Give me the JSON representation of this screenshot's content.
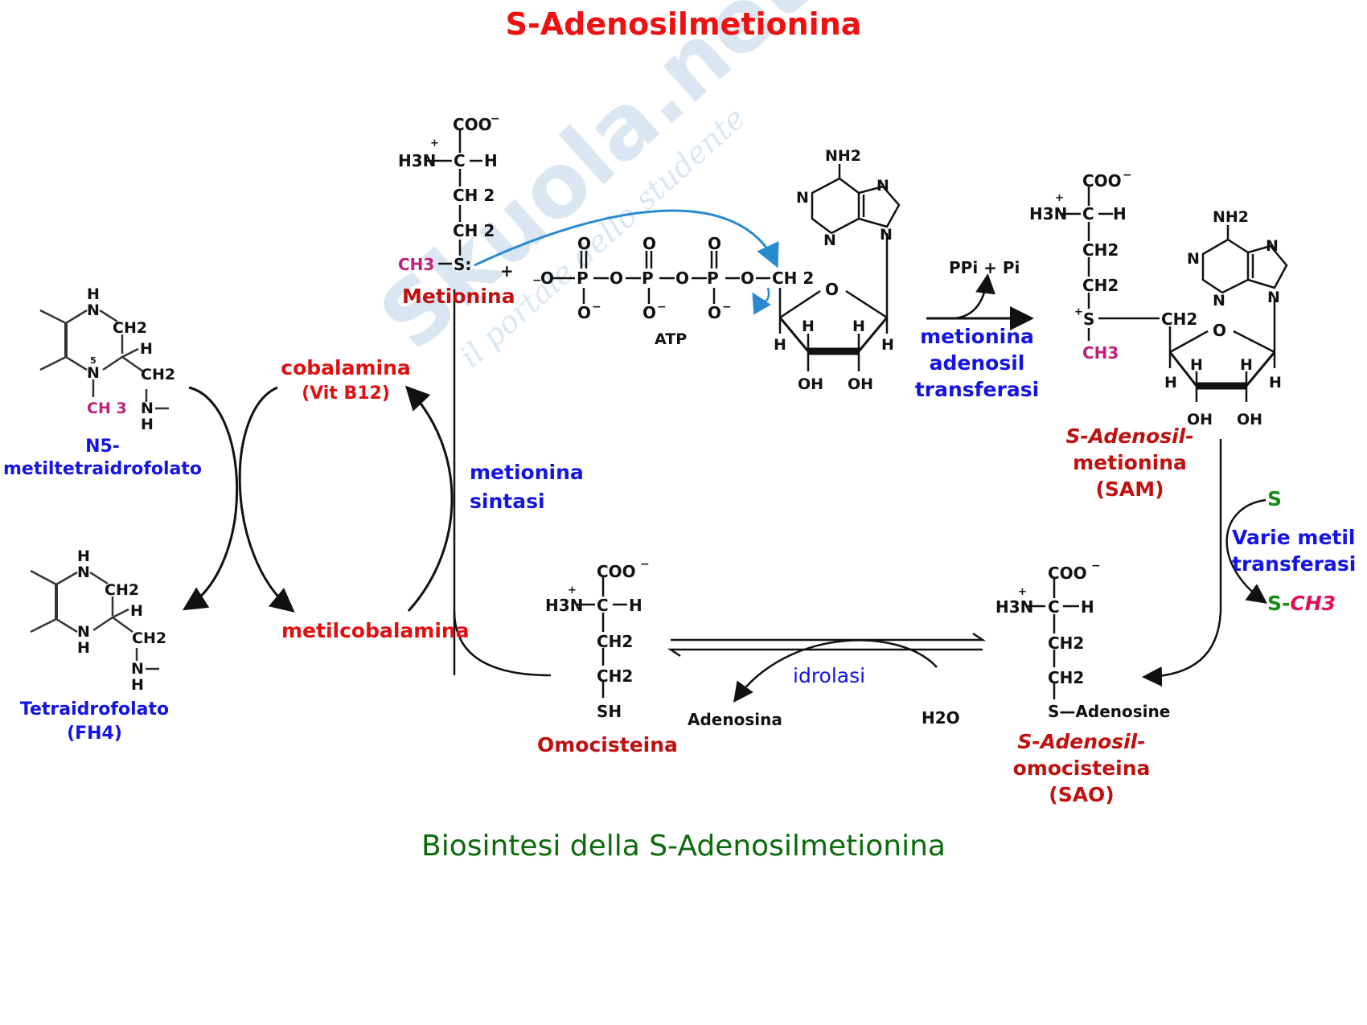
{
  "title": "S-Adenosilmetionina",
  "caption": "Biosintesi della S-Adenosilmetionina",
  "watermark": {
    "brand": "Skuola.net",
    "tagline": "il portale dello studente"
  },
  "colors": {
    "title": "#ee1111",
    "caption": "#0b6b0b",
    "compound_label": "#c01010",
    "enzyme_label": "#1414e6",
    "methyl_group": "#c0207a",
    "substrate_s": "#1a8a1a",
    "blue_arrow": "#2a8ad0"
  },
  "compounds": {
    "metionina": {
      "label": "Metionina",
      "atoms": {
        "carboxyl": "COO",
        "amino": "H3N",
        "alpha_c": "C",
        "h": "H",
        "ch2_a": "CH 2",
        "ch2_b": "CH 2",
        "methyl": "CH3",
        "sulfur": "S:"
      }
    },
    "atp": {
      "label": "ATP",
      "phosphates": [
        "P",
        "P",
        "P"
      ],
      "oxygen": "O",
      "sugar": {
        "ch2": "CH 2",
        "ring_o": "O",
        "h": "H",
        "oh": "OH"
      },
      "base": {
        "nh2": "NH2",
        "n": "N"
      }
    },
    "sam": {
      "label_lines": [
        "S-Adenosil-",
        "metionina",
        "(SAM)"
      ],
      "atoms": {
        "carboxyl": "COO",
        "amino": "H3N",
        "alpha_c": "C",
        "h": "H",
        "ch2": "CH2",
        "sulfonium": "S",
        "methyl": "CH3",
        "sugar_ch2": "CH2",
        "nh2": "NH2",
        "n": "N",
        "o": "O",
        "oh": "OH"
      }
    },
    "sao": {
      "label_lines": [
        "S-Adenosil-",
        "omocisteina",
        "(SAO)"
      ],
      "atoms": {
        "carboxyl": "COO",
        "amino": "H3N",
        "alpha_c": "C",
        "h": "H",
        "ch2": "CH2",
        "s_adenosine": "S—Adenosine"
      }
    },
    "omocisteina": {
      "label": "Omocisteina",
      "atoms": {
        "carboxyl": "COO",
        "amino": "H3N",
        "alpha_c": "C",
        "h": "H",
        "ch2": "CH2",
        "thiol": "SH"
      }
    },
    "n5_methyl_thf": {
      "label_lines": [
        "N5-",
        "metiltetraidrofolato"
      ],
      "atoms": {
        "h": "H",
        "n": "N",
        "n5": "N",
        "five": "5",
        "ch2": "CH2",
        "methyl": "CH 3"
      }
    },
    "thf": {
      "label_lines": [
        "Tetraidrofolato",
        "(FH4)"
      ],
      "atoms": {
        "h": "H",
        "n": "N",
        "ch2": "CH2"
      }
    },
    "cobalamina": {
      "label": "cobalamina",
      "sub_label": "(Vit B12)"
    },
    "metilcobalamina": {
      "label": "metilcobalamina"
    }
  },
  "enzymes": {
    "metionina_adenosil_transferasi": [
      "metionina",
      "adenosil",
      "transferasi"
    ],
    "metionina_sintasi": [
      "metionina",
      "sintasi"
    ],
    "idrolasi": "idrolasi",
    "metil_transferasi": [
      "Varie metil",
      "transferasi"
    ]
  },
  "reagents": {
    "pp_pi": "PPi + Pi",
    "adenosina": "Adenosina",
    "h2o": "H2O",
    "substrate": "S",
    "methylated_substrate_s": "S",
    "methylated_substrate_dash": "-",
    "methylated_substrate_ch3": "CH3",
    "plus": "+"
  }
}
